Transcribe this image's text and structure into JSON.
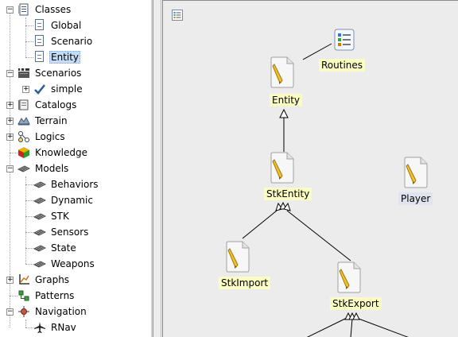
{
  "tree": {
    "items": [
      {
        "label": "Classes",
        "icon": "classes-folder-icon"
      },
      {
        "label": "Global",
        "icon": "document-icon"
      },
      {
        "label": "Scenario",
        "icon": "document-icon"
      },
      {
        "label": "Entity",
        "icon": "document-icon",
        "selected": true
      },
      {
        "label": "Scenarios",
        "icon": "clapperboard-icon"
      },
      {
        "label": "simple",
        "icon": "checkmark-icon"
      },
      {
        "label": "Catalogs",
        "icon": "catalog-icon"
      },
      {
        "label": "Terrain",
        "icon": "terrain-icon"
      },
      {
        "label": "Logics",
        "icon": "logic-nodes-icon"
      },
      {
        "label": "Knowledge",
        "icon": "cube-icon"
      },
      {
        "label": "Models",
        "icon": "models-icon"
      },
      {
        "label": "Behaviors",
        "icon": "model-chip-icon"
      },
      {
        "label": "Dynamic",
        "icon": "model-chip-icon"
      },
      {
        "label": "STK",
        "icon": "model-chip-icon"
      },
      {
        "label": "Sensors",
        "icon": "model-chip-icon"
      },
      {
        "label": "State",
        "icon": "model-chip-icon"
      },
      {
        "label": "Weapons",
        "icon": "model-chip-icon"
      },
      {
        "label": "Graphs",
        "icon": "graph-axes-icon"
      },
      {
        "label": "Patterns",
        "icon": "patterns-icon"
      },
      {
        "label": "Navigation",
        "icon": "navigation-icon"
      },
      {
        "label": "RNav",
        "icon": "airplane-icon"
      }
    ],
    "expanders": {
      "collapsed": "+",
      "expanded": "−"
    }
  },
  "diagram": {
    "nodes": {
      "routines": "Routines",
      "entity": "Entity",
      "stkentity": "StkEntity",
      "player": "Player",
      "stkimport": "StkImport",
      "stkexport": "StkExport"
    }
  },
  "colors": {
    "label_highlight": "#fbfbc6",
    "selection": "#c6dcf5",
    "canvas_bg": "#ececec"
  }
}
